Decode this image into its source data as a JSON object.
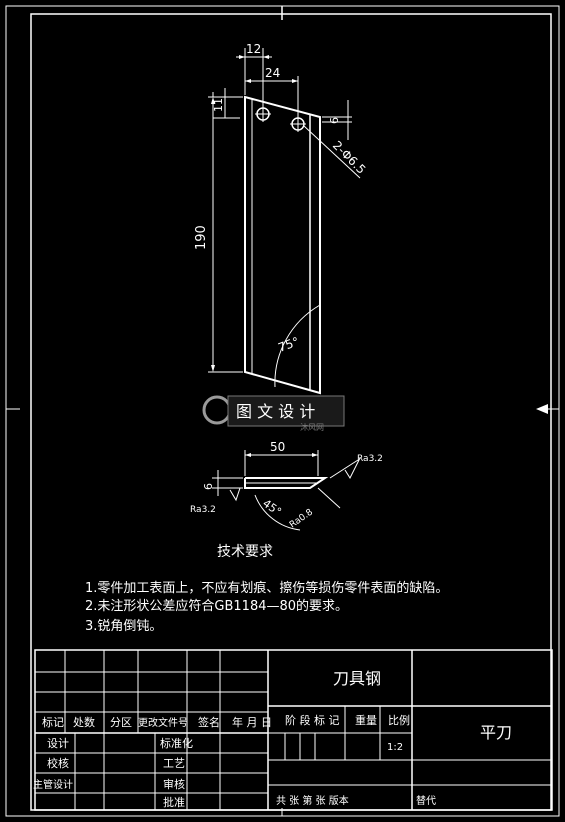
{
  "dimensions": {
    "top_width": "12",
    "slot_offset": "24",
    "left_small": "11",
    "right_small": "6",
    "height": "190",
    "angle_top": "75°",
    "hole_note": "2-Φ6.5",
    "bottom_width": "50",
    "thickness": "6",
    "bevel_angle": "45°"
  },
  "surface": {
    "ra_right": "Ra3.2",
    "ra_left": "Ra3.2",
    "ra_bevel": "Ra0.8"
  },
  "watermark": {
    "text": "图 文 设 计",
    "brand": "沐风网"
  },
  "tech_requirements": {
    "title": "技术要求",
    "items": [
      "1.零件加工表面上，不应有划痕、擦伤等损伤零件表面的缺陷。",
      "2.未注形状公差应符合GB1184—80的要求。",
      "3.锐角倒钝。"
    ]
  },
  "title_block": {
    "material": "刀具钢",
    "part_name": "平刀",
    "scale": "1:2",
    "header": {
      "mark": "标记",
      "count": "处数",
      "zone": "分区",
      "change_doc": "更改文件号",
      "sign": "签名",
      "date": "年 月 日"
    },
    "stage_label": "阶 段 标 记",
    "weight_label": "重量",
    "scale_label": "比例",
    "rows": {
      "design": "设计",
      "standardize": "标准化",
      "check": "校核",
      "process": "工艺",
      "chief": "主管设计",
      "review": "审核",
      "approve": "批准"
    },
    "sheet_label": "共 张 第 张 版本",
    "replace_label": "替代"
  },
  "colors": {
    "background": "#000000",
    "line": "#ffffff"
  }
}
